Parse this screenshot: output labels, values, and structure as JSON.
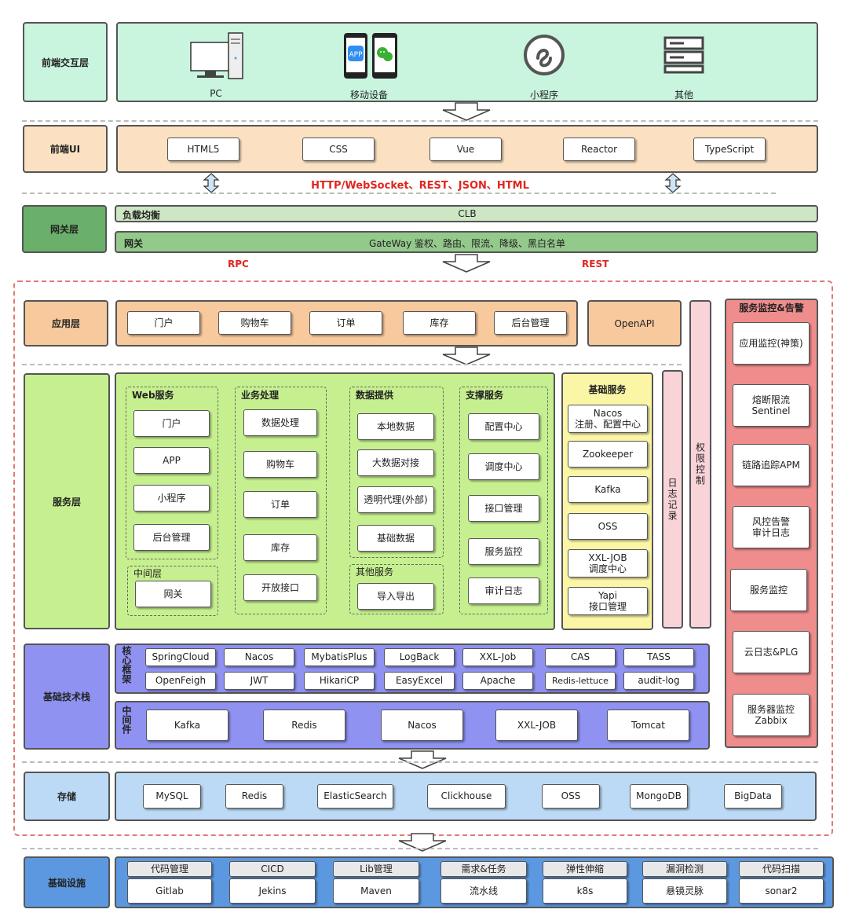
{
  "layers": {
    "frontend_interaction": "前端交互层",
    "frontend_ui": "前端UI",
    "gateway": "网关层",
    "application": "应用层",
    "service": "服务层",
    "tech_stack": "基础技术栈",
    "storage": "存储",
    "infrastructure": "基础设施"
  },
  "devices": [
    "PC",
    "移动设备",
    "小程序",
    "其他"
  ],
  "frontend_ui": [
    "HTML5",
    "CSS",
    "Vue",
    "Reactor",
    "TypeScript"
  ],
  "protocols": "HTTP/WebSocket、REST、JSON、HTML",
  "gateway": {
    "lb_label": "负载均衡",
    "lb_value": "CLB",
    "gw_label": "网关",
    "gw_value": "GateWay 鉴权、路由、限流、降级、黑白名单"
  },
  "rpc": "RPC",
  "rest": "REST",
  "application": [
    "门户",
    "购物车",
    "订单",
    "库存",
    "后台管理"
  ],
  "openapi": "OpenAPI",
  "permission": "权限控制",
  "log_record": "日志记录",
  "services": {
    "web": {
      "title": "Web服务",
      "items": [
        "门户",
        "APP",
        "小程序",
        "后台管理"
      ]
    },
    "middle": {
      "title": "中间层",
      "items": [
        "网关"
      ]
    },
    "business": {
      "title": "业务处理",
      "items": [
        "数据处理",
        "购物车",
        "订单",
        "库存",
        "开放接口"
      ]
    },
    "data": {
      "title": "数据提供",
      "items": [
        "本地数据",
        "大数据对接",
        "透明代理(外部)",
        "基础数据"
      ]
    },
    "other": {
      "title": "其他服务",
      "items": [
        "导入导出"
      ]
    },
    "support": {
      "title": "支撑服务",
      "items": [
        "配置中心",
        "调度中心",
        "接口管理",
        "服务监控",
        "审计日志"
      ]
    },
    "basic": {
      "title": "基础服务",
      "items": [
        "Nacos\n注册、配置中心",
        "Zookeeper",
        "Kafka",
        "OSS",
        "XXL-JOB\n调度中心",
        "Yapi\n接口管理"
      ]
    }
  },
  "monitoring": {
    "title": "服务监控&告警",
    "items": [
      "应用监控(神策)",
      "熔断限流\nSentinel",
      "链路追踪APM",
      "风控告警\n审计日志",
      "服务监控",
      "云日志&PLG",
      "服务器监控\nZabbix"
    ]
  },
  "core_framework": {
    "label": "核心框架",
    "row1": [
      "SpringCloud",
      "Nacos",
      "MybatisPlus",
      "LogBack",
      "XXL-Job",
      "CAS",
      "TASS"
    ],
    "row2": [
      "OpenFeigh",
      "JWT",
      "HikariCP",
      "EasyExcel",
      "Apache",
      "Redis-lettuce",
      "audit-log"
    ]
  },
  "middleware": {
    "label": "中间件",
    "items": [
      "Kafka",
      "Redis",
      "Nacos",
      "XXL-JOB",
      "Tomcat"
    ]
  },
  "storage": [
    "MySQL",
    "Redis",
    "ElasticSearch",
    "Clickhouse",
    "OSS",
    "MongoDB",
    "BigData"
  ],
  "infrastructure": [
    {
      "category": "代码管理",
      "tool": "Gitlab"
    },
    {
      "category": "CICD",
      "tool": "Jekins"
    },
    {
      "category": "Lib管理",
      "tool": "Maven"
    },
    {
      "category": "需求&任务",
      "tool": "流水线"
    },
    {
      "category": "弹性伸缩",
      "tool": "k8s"
    },
    {
      "category": "漏洞检测",
      "tool": "悬镜灵脉"
    },
    {
      "category": "代码扫描",
      "tool": "sonar2"
    }
  ],
  "colors": {
    "mint": "#c9f5df",
    "peach": "#fbe1c2",
    "green_label": "#6ab06a",
    "light_green": "#cde6c4",
    "mid_green": "#93c98a",
    "orange_app": "#f7c99d",
    "service_green": "#c6f08f",
    "yellow": "#fbf5a6",
    "pink": "#f8d3d8",
    "salmon": "#ef8d8d",
    "purple": "#8f92f0",
    "blue_light": "#bcdaf5",
    "blue_infra": "#5c98e0",
    "red_text": "#e0261f"
  }
}
